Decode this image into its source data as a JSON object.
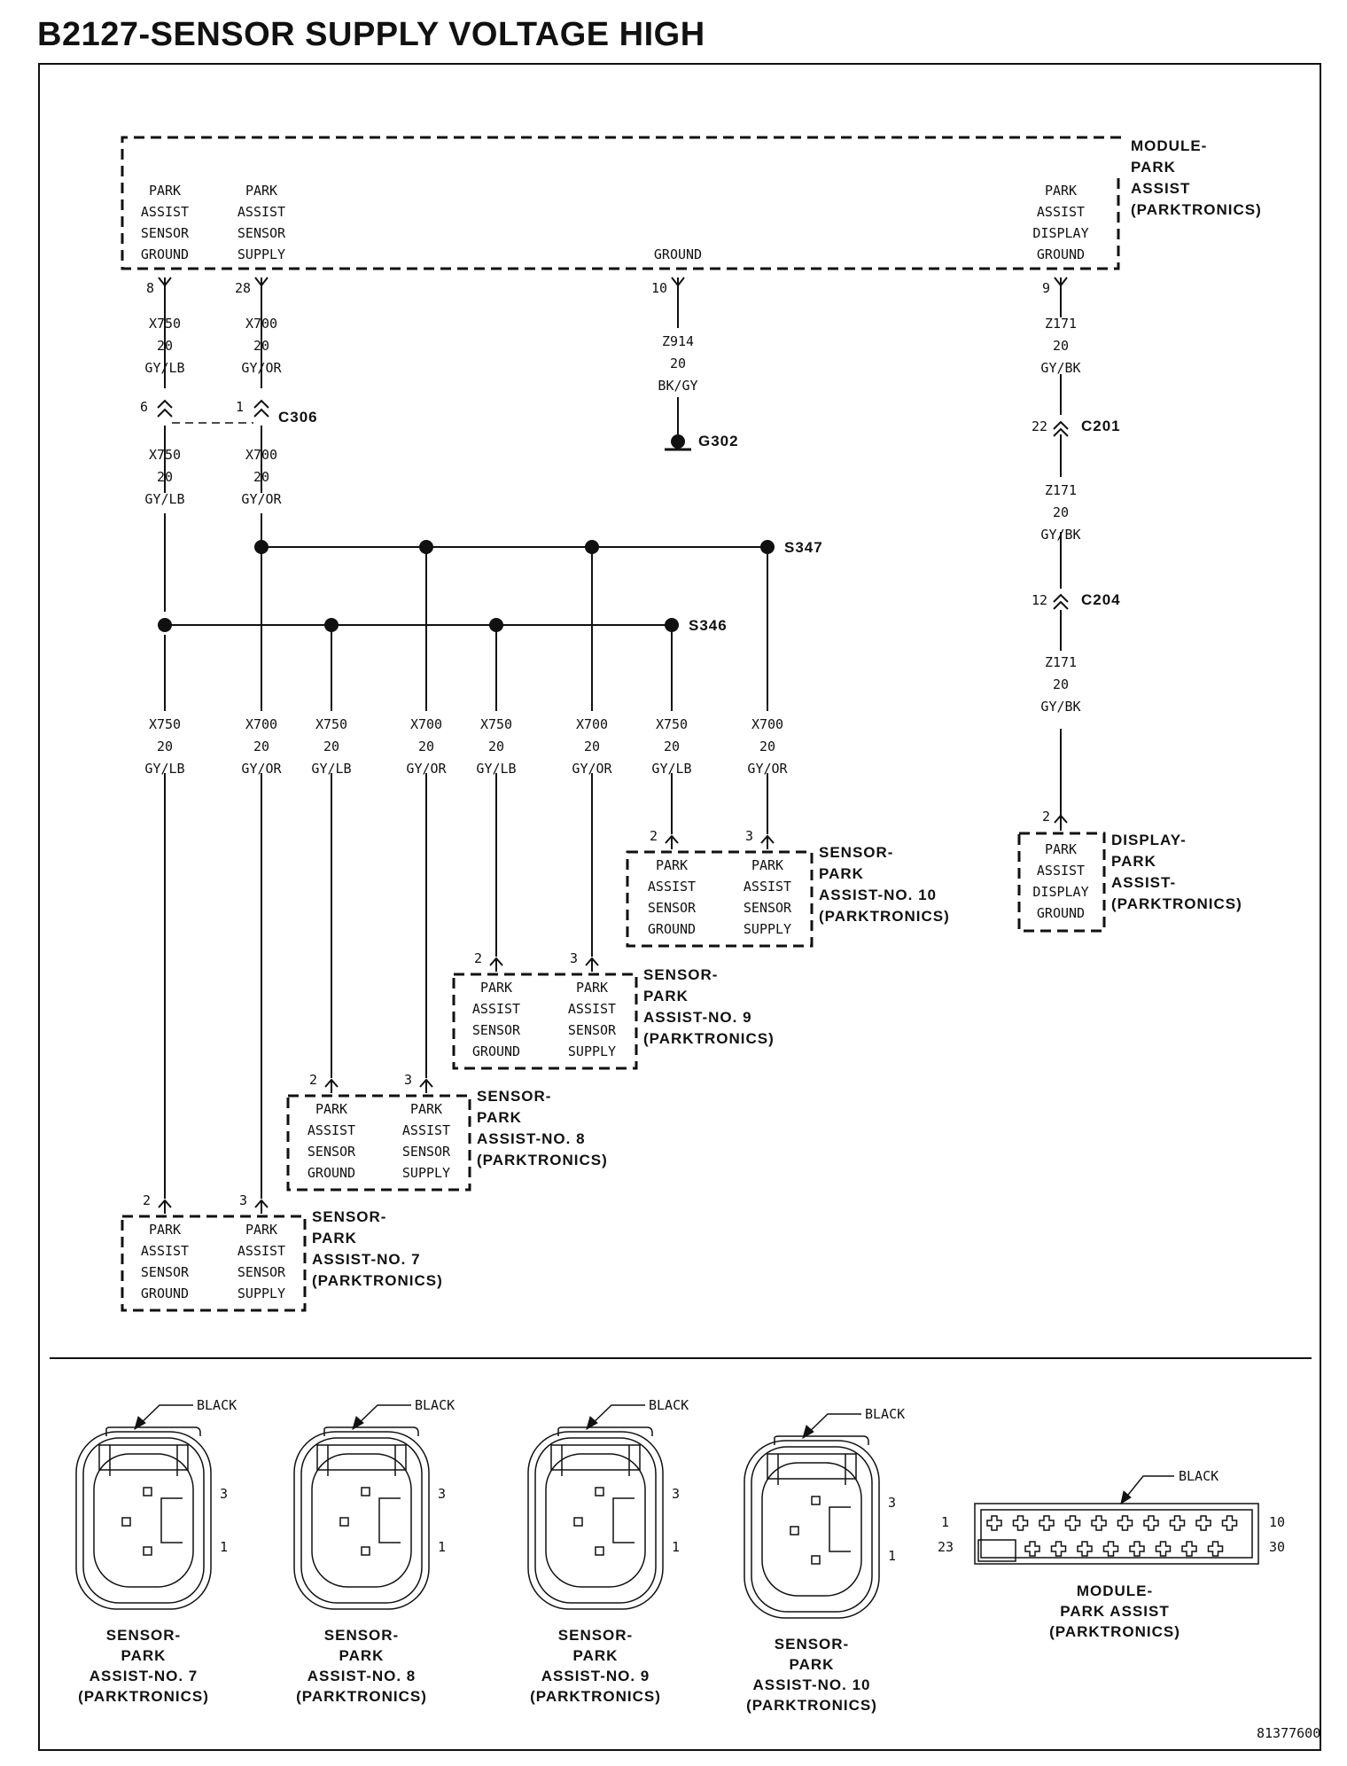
{
  "title": "B2127-SENSOR SUPPLY VOLTAGE HIGH",
  "module": {
    "name": [
      "MODULE-",
      "PARK",
      "ASSIST",
      "(PARKTRONICS)"
    ],
    "pins": [
      {
        "label": [
          "PARK",
          "ASSIST",
          "SENSOR",
          "GROUND"
        ],
        "pin": "8",
        "wire": [
          "X750",
          "20",
          "GY/LB"
        ]
      },
      {
        "label": [
          "PARK",
          "ASSIST",
          "SENSOR",
          "SUPPLY"
        ],
        "pin": "28",
        "wire": [
          "X700",
          "20",
          "GY/OR"
        ]
      },
      {
        "label": [
          "GROUND"
        ],
        "pin": "10",
        "wire": [
          "Z914",
          "20",
          "BK/GY"
        ]
      },
      {
        "label": [
          "PARK",
          "ASSIST",
          "DISPLAY",
          "GROUND"
        ],
        "pin": "9",
        "wire": [
          "Z171",
          "20",
          "GY/BK"
        ]
      }
    ]
  },
  "connectors": {
    "c306": {
      "name": "C306",
      "pins": [
        "6",
        "1"
      ],
      "wires": [
        [
          "X750",
          "20",
          "GY/LB"
        ],
        [
          "X700",
          "20",
          "GY/OR"
        ]
      ]
    },
    "c201": {
      "name": "C201",
      "pin": "22",
      "wire": [
        "Z171",
        "20",
        "GY/BK"
      ]
    },
    "c204": {
      "name": "C204",
      "pin": "12",
      "wire": [
        "Z171",
        "20",
        "GY/BK"
      ]
    }
  },
  "ground": "G302",
  "splices": [
    "S347",
    "S346"
  ],
  "branch_wires": [
    [
      "X750",
      "20",
      "GY/LB"
    ],
    [
      "X700",
      "20",
      "GY/OR"
    ],
    [
      "X750",
      "20",
      "GY/LB"
    ],
    [
      "X700",
      "20",
      "GY/OR"
    ],
    [
      "X750",
      "20",
      "GY/LB"
    ],
    [
      "X700",
      "20",
      "GY/OR"
    ],
    [
      "X750",
      "20",
      "GY/LB"
    ],
    [
      "X700",
      "20",
      "GY/OR"
    ]
  ],
  "sensors": [
    {
      "name": [
        "SENSOR-",
        "PARK",
        "ASSIST-NO. 10",
        "(PARKTRONICS)"
      ],
      "pins": [
        "2",
        "3"
      ],
      "labels": [
        [
          "PARK",
          "ASSIST",
          "SENSOR",
          "GROUND"
        ],
        [
          "PARK",
          "ASSIST",
          "SENSOR",
          "SUPPLY"
        ]
      ]
    },
    {
      "name": [
        "SENSOR-",
        "PARK",
        "ASSIST-NO. 9",
        "(PARKTRONICS)"
      ],
      "pins": [
        "2",
        "3"
      ],
      "labels": [
        [
          "PARK",
          "ASSIST",
          "SENSOR",
          "GROUND"
        ],
        [
          "PARK",
          "ASSIST",
          "SENSOR",
          "SUPPLY"
        ]
      ]
    },
    {
      "name": [
        "SENSOR-",
        "PARK",
        "ASSIST-NO. 8",
        "(PARKTRONICS)"
      ],
      "pins": [
        "2",
        "3"
      ],
      "labels": [
        [
          "PARK",
          "ASSIST",
          "SENSOR",
          "GROUND"
        ],
        [
          "PARK",
          "ASSIST",
          "SENSOR",
          "SUPPLY"
        ]
      ]
    },
    {
      "name": [
        "SENSOR-",
        "PARK",
        "ASSIST-NO. 7",
        "(PARKTRONICS)"
      ],
      "pins": [
        "2",
        "3"
      ],
      "labels": [
        [
          "PARK",
          "ASSIST",
          "SENSOR",
          "GROUND"
        ],
        [
          "PARK",
          "ASSIST",
          "SENSOR",
          "SUPPLY"
        ]
      ]
    }
  ],
  "display": {
    "name": [
      "DISPLAY-",
      "PARK",
      "ASSIST-",
      "(PARKTRONICS)"
    ],
    "pin": "2",
    "label": [
      "PARK",
      "ASSIST",
      "DISPLAY",
      "GROUND"
    ]
  },
  "connector_views": [
    {
      "color": "BLACK",
      "pins": [
        "3",
        "1"
      ],
      "name": [
        "SENSOR-",
        "PARK",
        "ASSIST-NO. 7",
        "(PARKTRONICS)"
      ]
    },
    {
      "color": "BLACK",
      "pins": [
        "3",
        "1"
      ],
      "name": [
        "SENSOR-",
        "PARK",
        "ASSIST-NO. 8",
        "(PARKTRONICS)"
      ]
    },
    {
      "color": "BLACK",
      "pins": [
        "3",
        "1"
      ],
      "name": [
        "SENSOR-",
        "PARK",
        "ASSIST-NO. 9",
        "(PARKTRONICS)"
      ]
    },
    {
      "color": "BLACK",
      "pins": [
        "3",
        "1"
      ],
      "name": [
        "SENSOR-",
        "PARK",
        "ASSIST-NO. 10",
        "(PARKTRONICS)"
      ]
    }
  ],
  "module_connector": {
    "color": "BLACK",
    "pins": [
      "1",
      "10",
      "23",
      "30"
    ],
    "name": [
      "MODULE-",
      "PARK ASSIST",
      "(PARKTRONICS)"
    ]
  },
  "figure_id": "81377600"
}
